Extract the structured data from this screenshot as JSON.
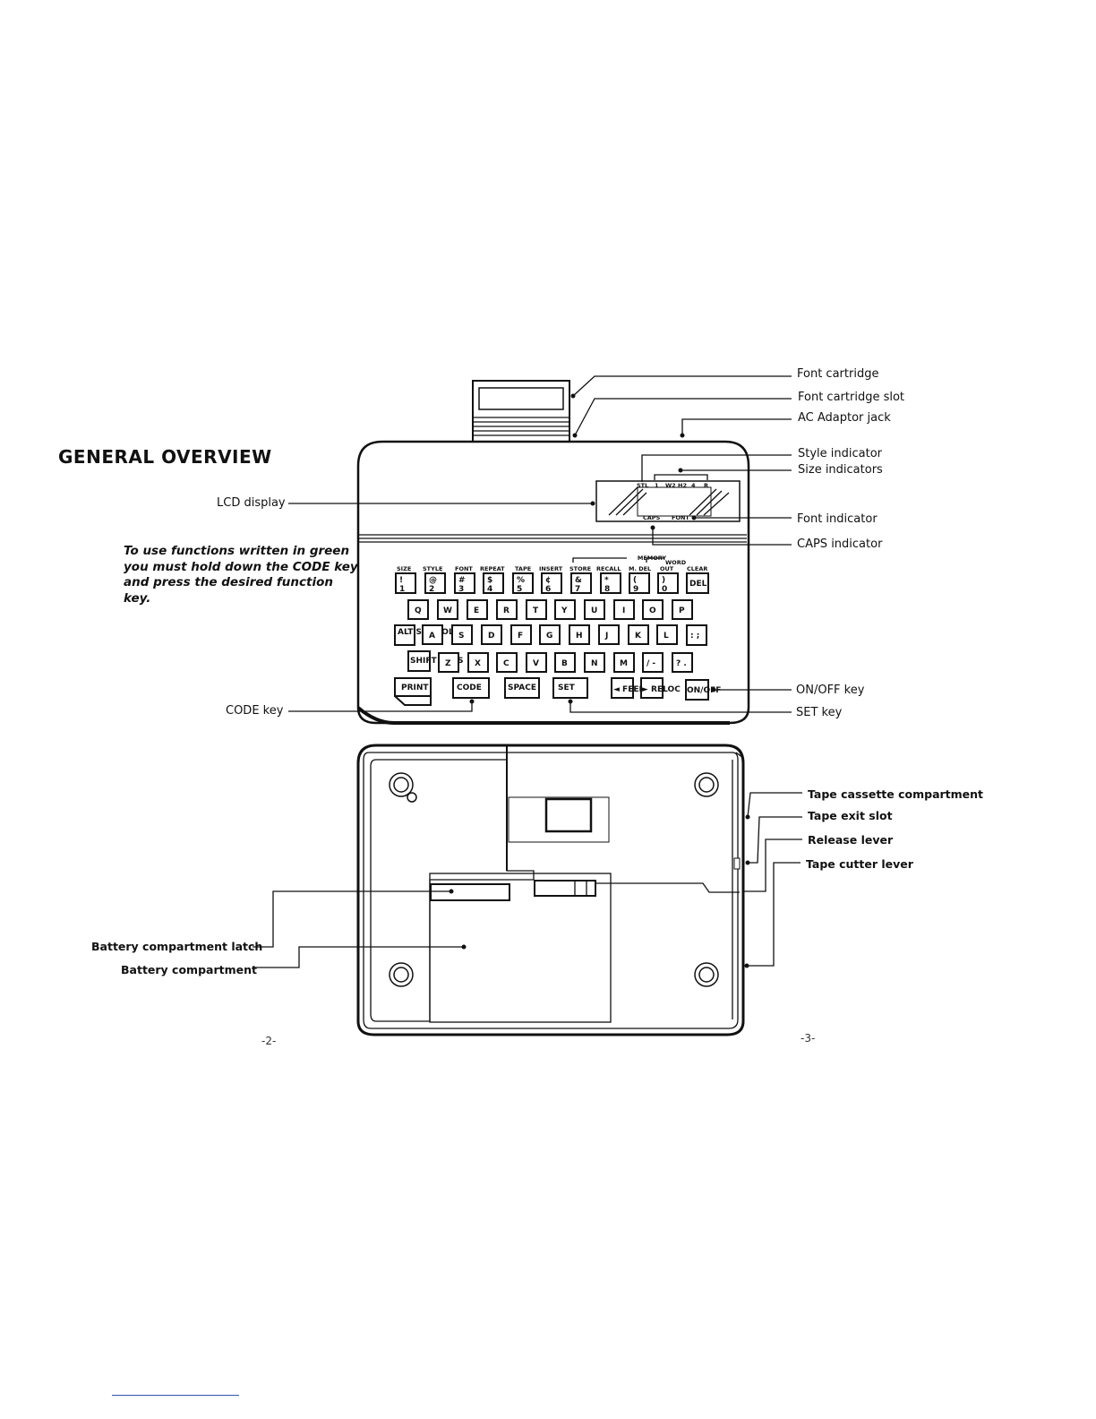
{
  "page": {
    "title": "GENERAL OVERVIEW",
    "instruction": "To use functions written in green you must hold down the CODE key and press the desired function key.",
    "page_left": "-2-",
    "page_right": "-3-"
  },
  "top_view_labels": {
    "font_cartridge": "Font cartridge",
    "font_cartridge_slot": "Font cartridge slot",
    "ac_adaptor_jack": "AC Adaptor jack",
    "style_indicator": "Style indicator",
    "size_indicators": "Size indicators",
    "font_indicator": "Font indicator",
    "caps_indicator": "CAPS indicator",
    "lcd_display": "LCD display",
    "code_key": "CODE key",
    "on_off_key": "ON/OFF key",
    "set_key": "SET key"
  },
  "bottom_view_labels": {
    "tape_cassette_compartment": "Tape cassette compartment",
    "tape_exit_slot": "Tape exit slot",
    "release_lever": "Release lever",
    "tape_cutter_lever": "Tape cutter lever",
    "battery_compartment_latch": "Battery compartment latch",
    "battery_compartment": "Battery compartment"
  },
  "lcd": {
    "top_marks": [
      "STL",
      "1",
      "W2",
      "H2",
      "4",
      "R"
    ],
    "bottom_marks": [
      "CAPS",
      "FONT"
    ]
  },
  "keyboard": {
    "memory_group": "MEMORY",
    "function_labels": [
      "SIZE",
      "STYLE",
      "FONT",
      "REPEAT",
      "TAPE",
      "INSERT",
      "STORE",
      "RECALL",
      "M. DEL",
      "WORD OUT",
      "CLEAR"
    ],
    "number_row": [
      {
        "top": "!",
        "bottom": "1"
      },
      {
        "top": "@",
        "bottom": "2"
      },
      {
        "top": "#",
        "bottom": "3"
      },
      {
        "top": "$",
        "bottom": "4"
      },
      {
        "top": "%",
        "bottom": "5"
      },
      {
        "top": "¢",
        "bottom": "6"
      },
      {
        "top": "&",
        "bottom": "7"
      },
      {
        "top": "*",
        "bottom": "8"
      },
      {
        "top": "(",
        "bottom": "9"
      },
      {
        "top": ")",
        "bottom": "0"
      },
      {
        "top": "DEL",
        "bottom": ""
      }
    ],
    "row_q": [
      "Q",
      "W",
      "E",
      "R",
      "T",
      "Y",
      "U",
      "I",
      "O",
      "P"
    ],
    "row_a": [
      "ALT SYMBOL",
      "A",
      "S",
      "D",
      "F",
      "G",
      "H",
      "J",
      "K",
      "L",
      ": ;"
    ],
    "row_z": [
      "SHIFT CAPS",
      "Z",
      "X",
      "C",
      "V",
      "B",
      "N",
      "M",
      "/ -",
      "? ."
    ],
    "bottom_row": [
      "PRINT",
      "CODE",
      "SPACE",
      "SET",
      "◄ FEED",
      "► RELOC",
      "ON/OFF"
    ]
  }
}
